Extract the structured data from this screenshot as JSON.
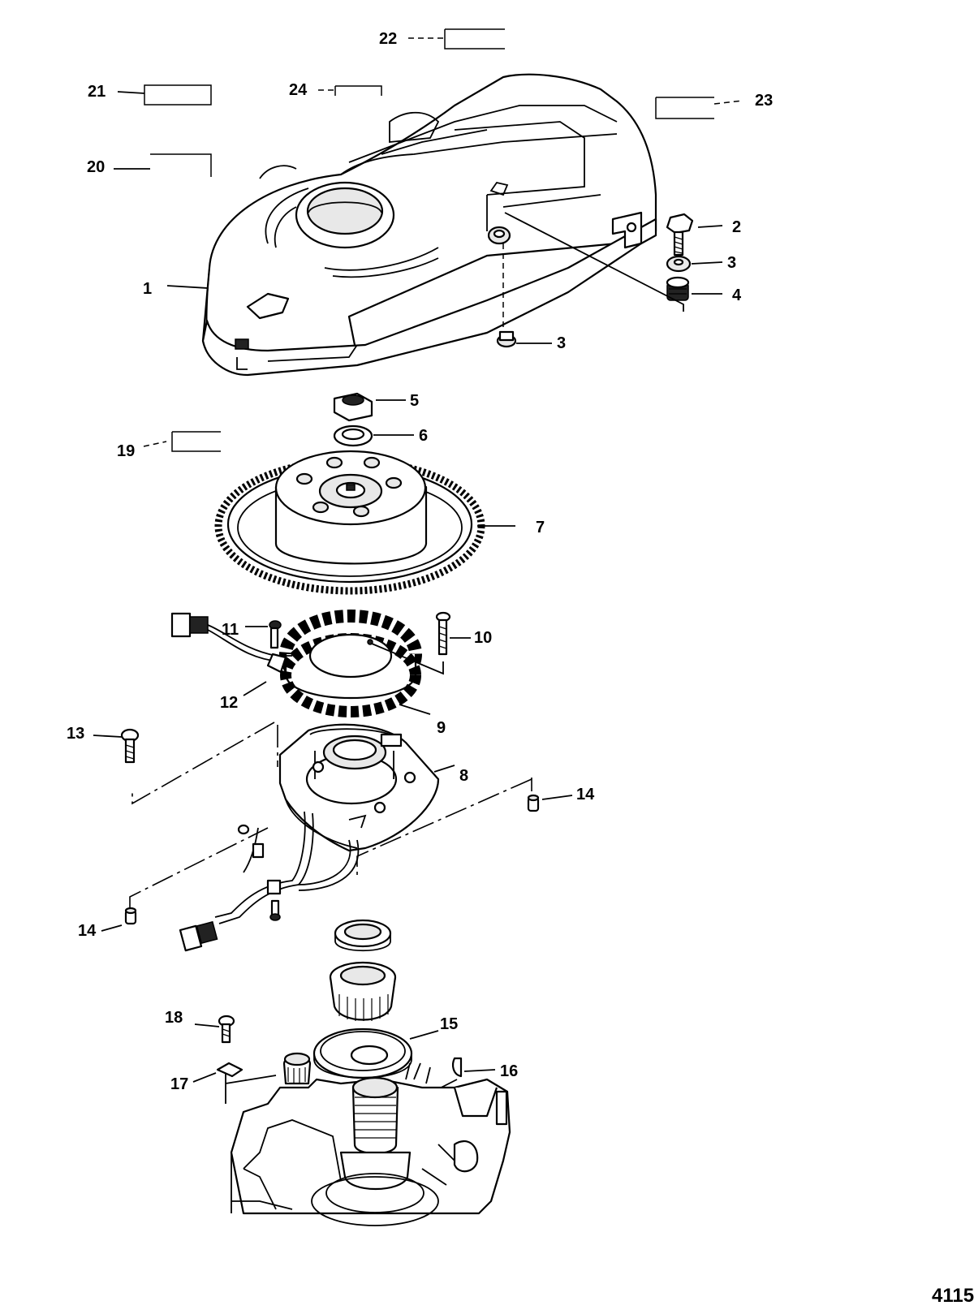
{
  "drawing_id": "4115",
  "callouts": [
    "1",
    "2",
    "3",
    "3",
    "4",
    "5",
    "6",
    "7",
    "8",
    "9",
    "10",
    "11",
    "12",
    "13",
    "14",
    "14",
    "15",
    "16",
    "17",
    "18",
    "19",
    "20",
    "21",
    "22",
    "23",
    "24"
  ]
}
